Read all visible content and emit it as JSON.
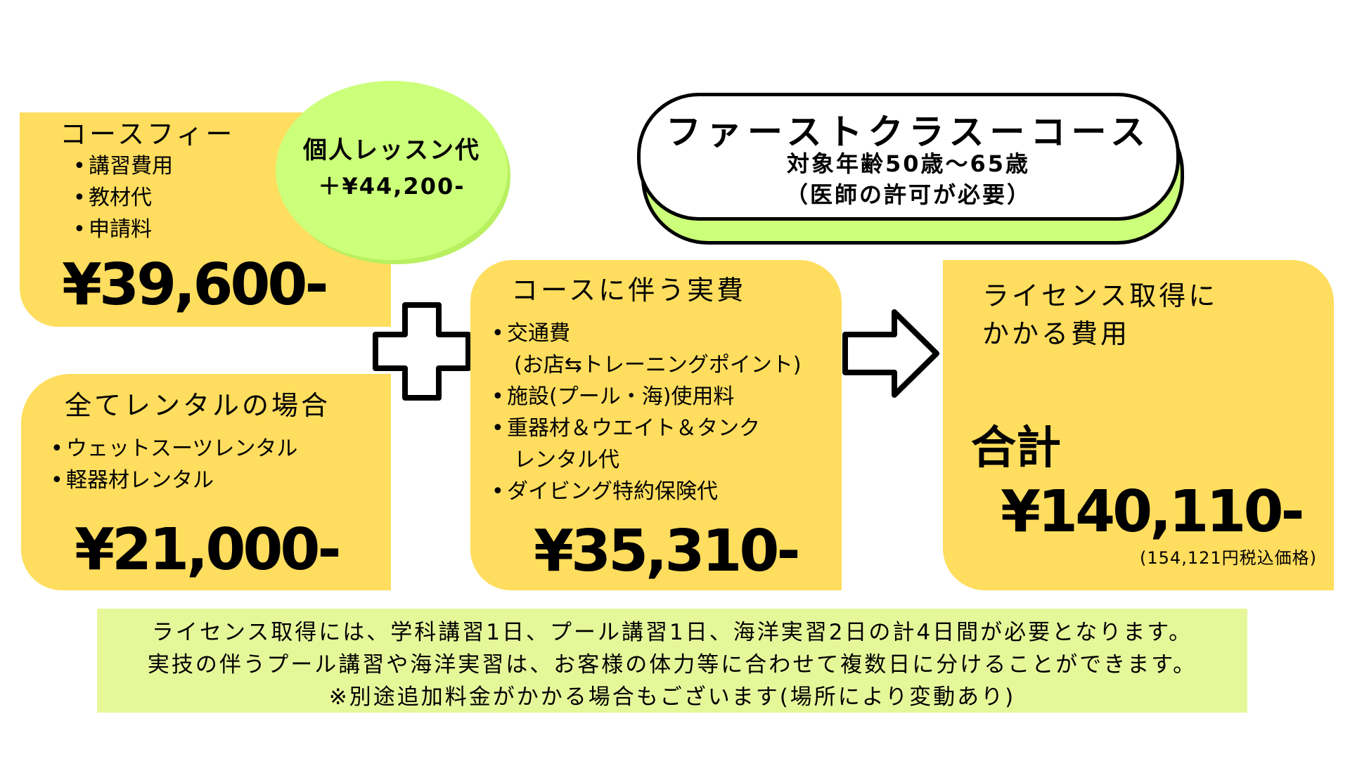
{
  "header": {
    "title": "ファーストクラスーコース",
    "age": "対象年齢50歳〜65歳",
    "note": "（医師の許可が必要）"
  },
  "course_fee": {
    "title": "コースフィー",
    "items": [
      "講習費用",
      "教材代",
      "申請料"
    ],
    "price": "¥39,600-"
  },
  "private_lesson": {
    "label": "個人レッスン代",
    "price": "＋¥44,200-"
  },
  "rental": {
    "title": "全てレンタルの場合",
    "items": [
      "ウェットスーツレンタル",
      "軽器材レンタル"
    ],
    "price": "¥21,000-"
  },
  "expenses": {
    "title": "コースに伴う実費",
    "items": [
      {
        "main": "交通費",
        "sub": "(お店⇆トレーニングポイント)"
      },
      {
        "main": "施設(プール・海)使用料",
        "sub": ""
      },
      {
        "main": "重器材＆ウエイト＆タンク",
        "sub": "レンタル代"
      },
      {
        "main": "ダイビング特約保険代",
        "sub": ""
      }
    ],
    "price": "¥35,310-"
  },
  "total": {
    "title_line1": "ライセンス取得に",
    "title_line2": "かかる費用",
    "label": "合計",
    "price": "¥140,110-",
    "tax_note": "(154,121円税込価格)"
  },
  "notice": {
    "line1": "ライセンス取得には、学科講習1日、プール講習1日、海洋実習2日の計4日間が必要となります。",
    "line2": "実技の伴うプール講習や海洋実習は、お客様の体力等に合わせて複数日に分けることができます。",
    "line3": "※別途追加料金がかかる場合もございます(場所により変動あり)"
  },
  "colors": {
    "box_yellow": "#ffdd5e",
    "lime": "#ccff7a",
    "notice_green": "#e6f79a"
  },
  "icons": [
    "plus-icon",
    "right-arrow-icon",
    "bullet-dot"
  ]
}
